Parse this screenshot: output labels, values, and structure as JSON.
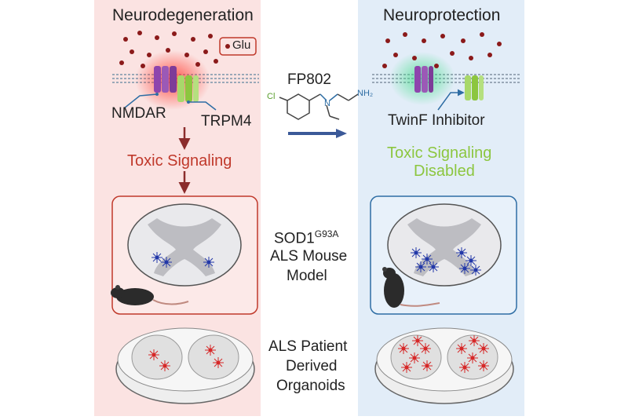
{
  "left_panel": {
    "title": "Neurodegeneration",
    "glu_label": "Glu",
    "receptor_1": "NMDAR",
    "receptor_2": "TRPM4",
    "signal_text": "Toxic Signaling"
  },
  "center": {
    "compound_name": "FP802",
    "atom_cl": "Cl",
    "atom_n": "N",
    "atom_nh2": "NH₂",
    "model_title_main": "SOD1",
    "model_title_sup": "G93A",
    "model_line2": "ALS Mouse",
    "model_line3": "Model",
    "organoid_line1": "ALS Patient",
    "organoid_line2": "Derived",
    "organoid_line3": "Organoids"
  },
  "right_panel": {
    "title": "Neuroprotection",
    "inhibitor_label": "TwinF Inhibitor",
    "signal_line1": "Toxic Signaling",
    "signal_line2": "Disabled"
  },
  "colors": {
    "left_bg": "#fbe3e2",
    "right_bg": "#e2edf8",
    "toxic": "#c0392b",
    "disabled": "#8cc63f",
    "arrow_dark_red": "#8b2c2c",
    "flow_arrow": "#3b5998",
    "nmdar": "#8e44ad",
    "trpm4": "#a8d86a",
    "glutamate": "#8b1a1a"
  }
}
